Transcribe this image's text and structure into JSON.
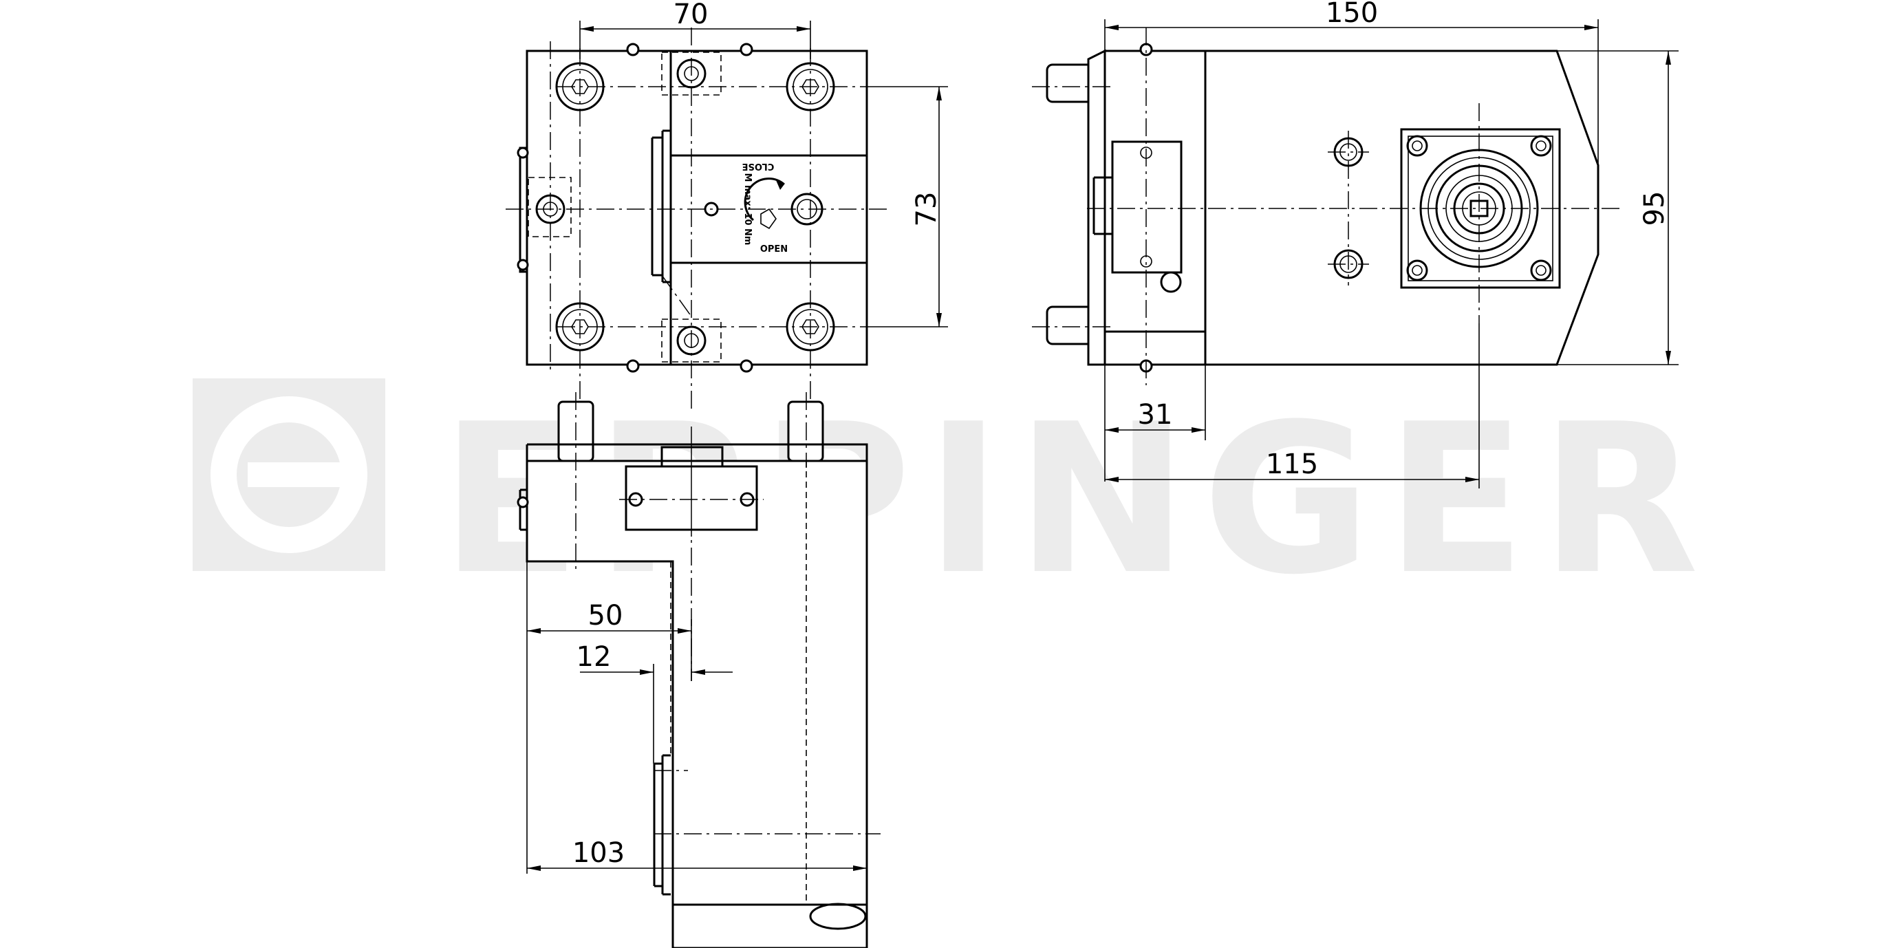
{
  "watermark": {
    "text": "EPPINGER",
    "color": "#ececec"
  },
  "dimensions": {
    "top_width": "70",
    "right_height": "73",
    "side_length": "150",
    "side_height": "95",
    "side_offset": "31",
    "side_center": "115",
    "front_width": "50",
    "front_step": "12",
    "front_depth": "103"
  },
  "labels": {
    "close": "CLOSE",
    "open": "OPEN",
    "torque": "M max: 10 Nm"
  },
  "icons": [
    "rotate-arrow-icon",
    "hex-key-icon"
  ]
}
